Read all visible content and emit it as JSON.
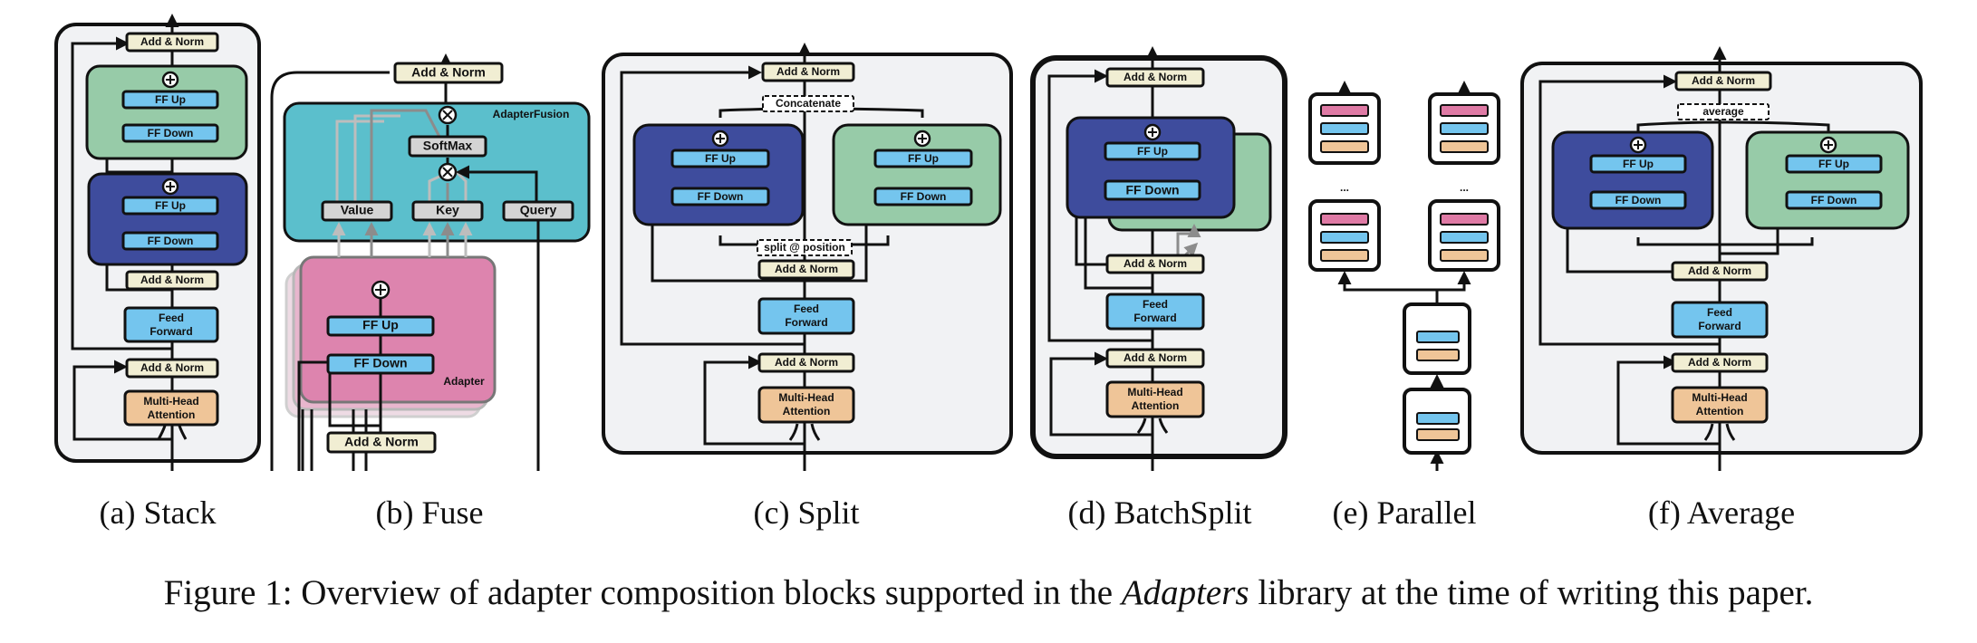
{
  "labels": {
    "add_norm": "Add & Norm",
    "ff_up": "FF Up",
    "ff_down": "FF Down",
    "feed": "Feed",
    "forward": "Forward",
    "multi_head": "Multi-Head",
    "attention": "Attention",
    "adapter_fusion": "AdapterFusion",
    "softmax": "SoftMax",
    "value": "Value",
    "key": "Key",
    "query": "Query",
    "adapter": "Adapter",
    "concatenate": "Concatenate",
    "split_position": "split @ position",
    "average": "average",
    "ellipsis": "..."
  },
  "captions": {
    "stack": "(a) Stack",
    "fuse": "(b) Fuse",
    "split": "(c) Split",
    "batchsplit": "(d) BatchSplit",
    "parallel": "(e) Parallel",
    "average": "(f) Average"
  },
  "figure_caption": {
    "prefix": "Figure 1: Overview of adapter composition blocks supported in the ",
    "emphasis": "Adapters",
    "suffix": " library at the time of writing this paper."
  },
  "colors": {
    "add_norm": "#f1eed3",
    "ff_box": "#74c5ee",
    "dark_blue": "#3e4c9d",
    "green": "#97cba8",
    "teal": "#5bbfcc",
    "pink": "#dd84ae",
    "attention": "#efc598",
    "panel": "#f1f2f4",
    "gray_box": "#d4d4d4",
    "stripe_pink": "#df7aa5",
    "stripe_blue": "#74c5ee",
    "stripe_tan": "#efc598"
  }
}
